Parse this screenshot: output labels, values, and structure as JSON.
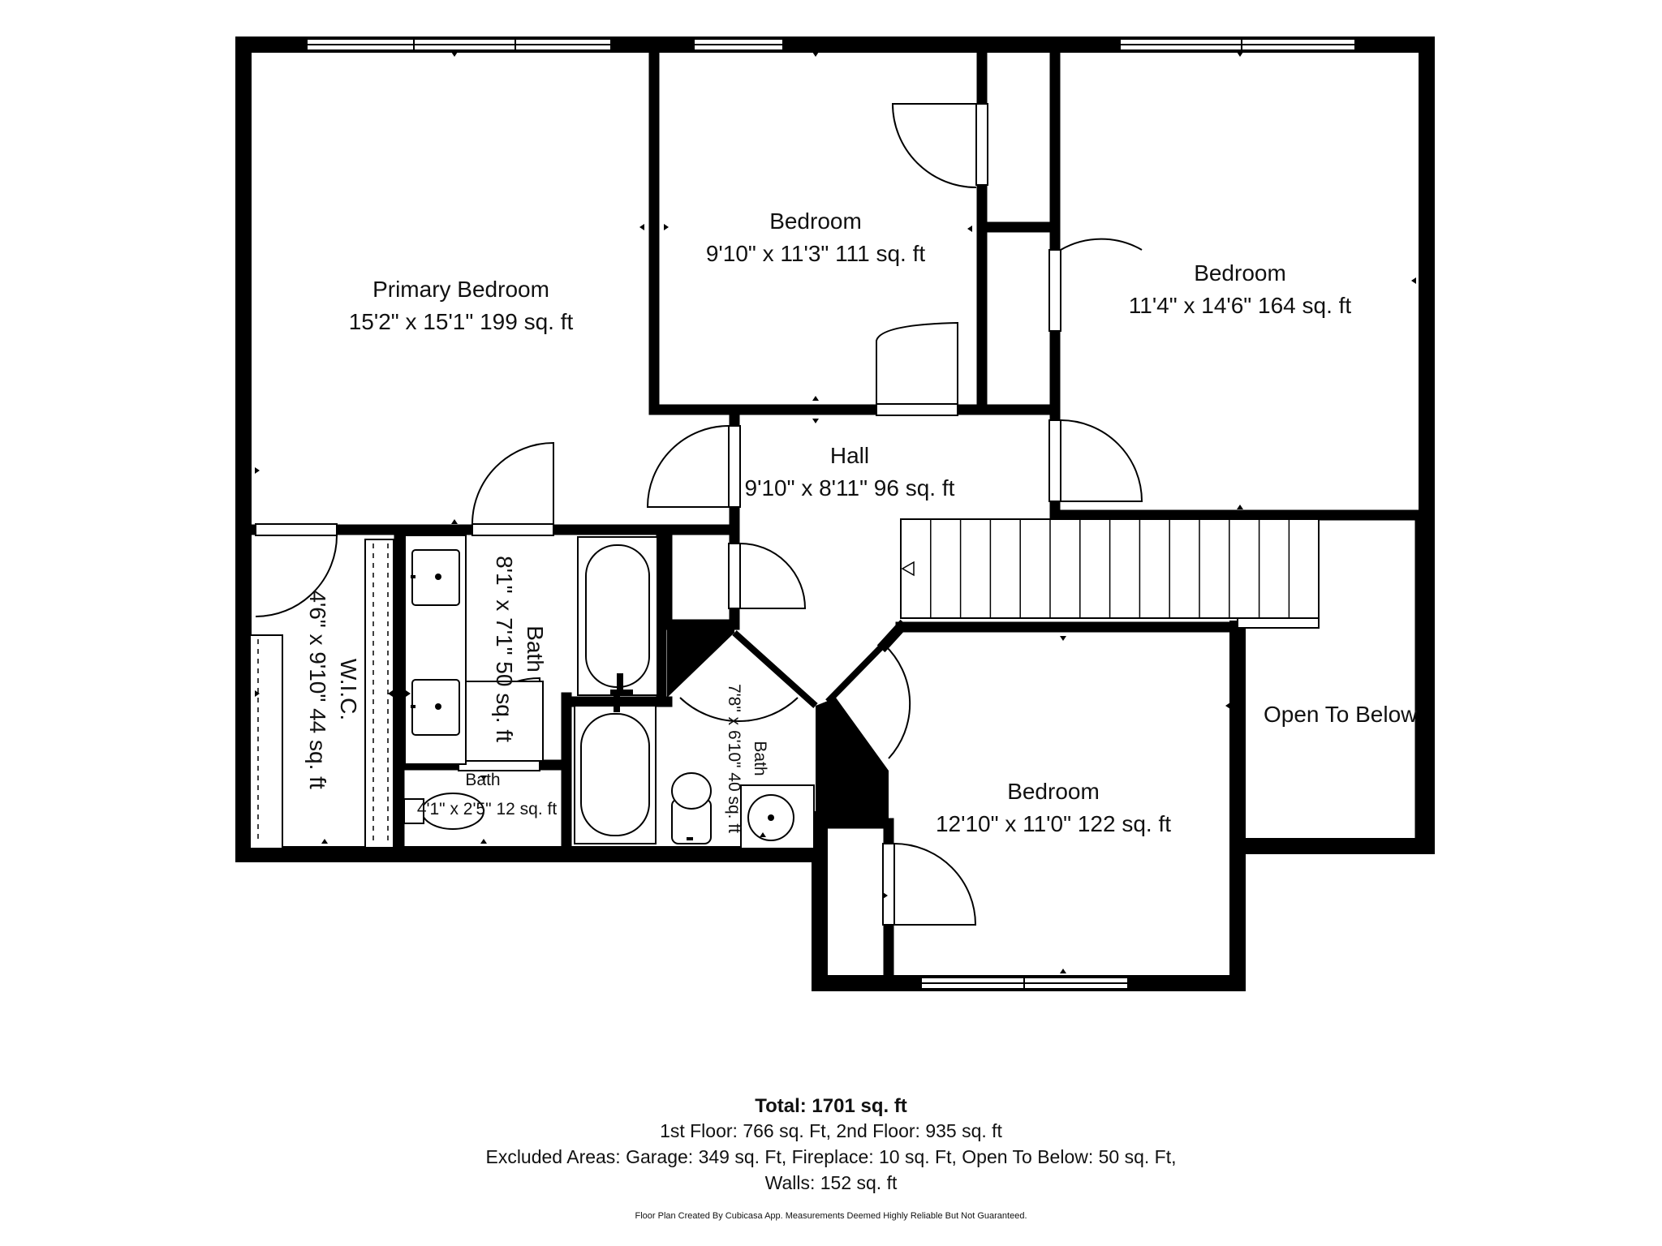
{
  "rooms": {
    "primary_bedroom": {
      "name": "Primary Bedroom",
      "dims": "15'2\" x 15'1\" 199 sq. ft"
    },
    "bedroom_top": {
      "name": "Bedroom",
      "dims": "9'10\" x 11'3\" 111 sq. ft"
    },
    "bedroom_right": {
      "name": "Bedroom",
      "dims": "11'4\" x 14'6\" 164 sq. ft"
    },
    "hall": {
      "name": "Hall",
      "dims": "9'10\" x 8'11\" 96 sq. ft"
    },
    "bath_main": {
      "name": "Bath",
      "dims": "8'1\" x 7'1\" 50 sq. ft"
    },
    "wic": {
      "name": "W.I.C.",
      "dims": "4'6\" x 9'10\" 44 sq. ft"
    },
    "bath_small": {
      "name": "Bath",
      "dims": "4'1\" x 2'5\" 12 sq. ft"
    },
    "bath_angled": {
      "name": "Bath",
      "dims": "7'8\" x 6'10\" 40 sq. ft"
    },
    "open_to_below": {
      "name": "Open To Below"
    },
    "bedroom_bottom": {
      "name": "Bedroom",
      "dims": "12'10\" x 11'0\" 122 sq. ft"
    }
  },
  "summary": {
    "total": "Total: 1701 sq. ft",
    "floors": "1st Floor: 766 sq. Ft, 2nd Floor: 935 sq. ft",
    "excluded": "Excluded Areas: Garage: 349 sq. Ft, Fireplace: 10 sq. Ft, Open To Below: 50 sq. Ft,",
    "walls": "Walls: 152 sq. ft",
    "credit": "Floor Plan Created By Cubicasa App. Measurements Deemed Highly Reliable But Not Guaranteed."
  }
}
